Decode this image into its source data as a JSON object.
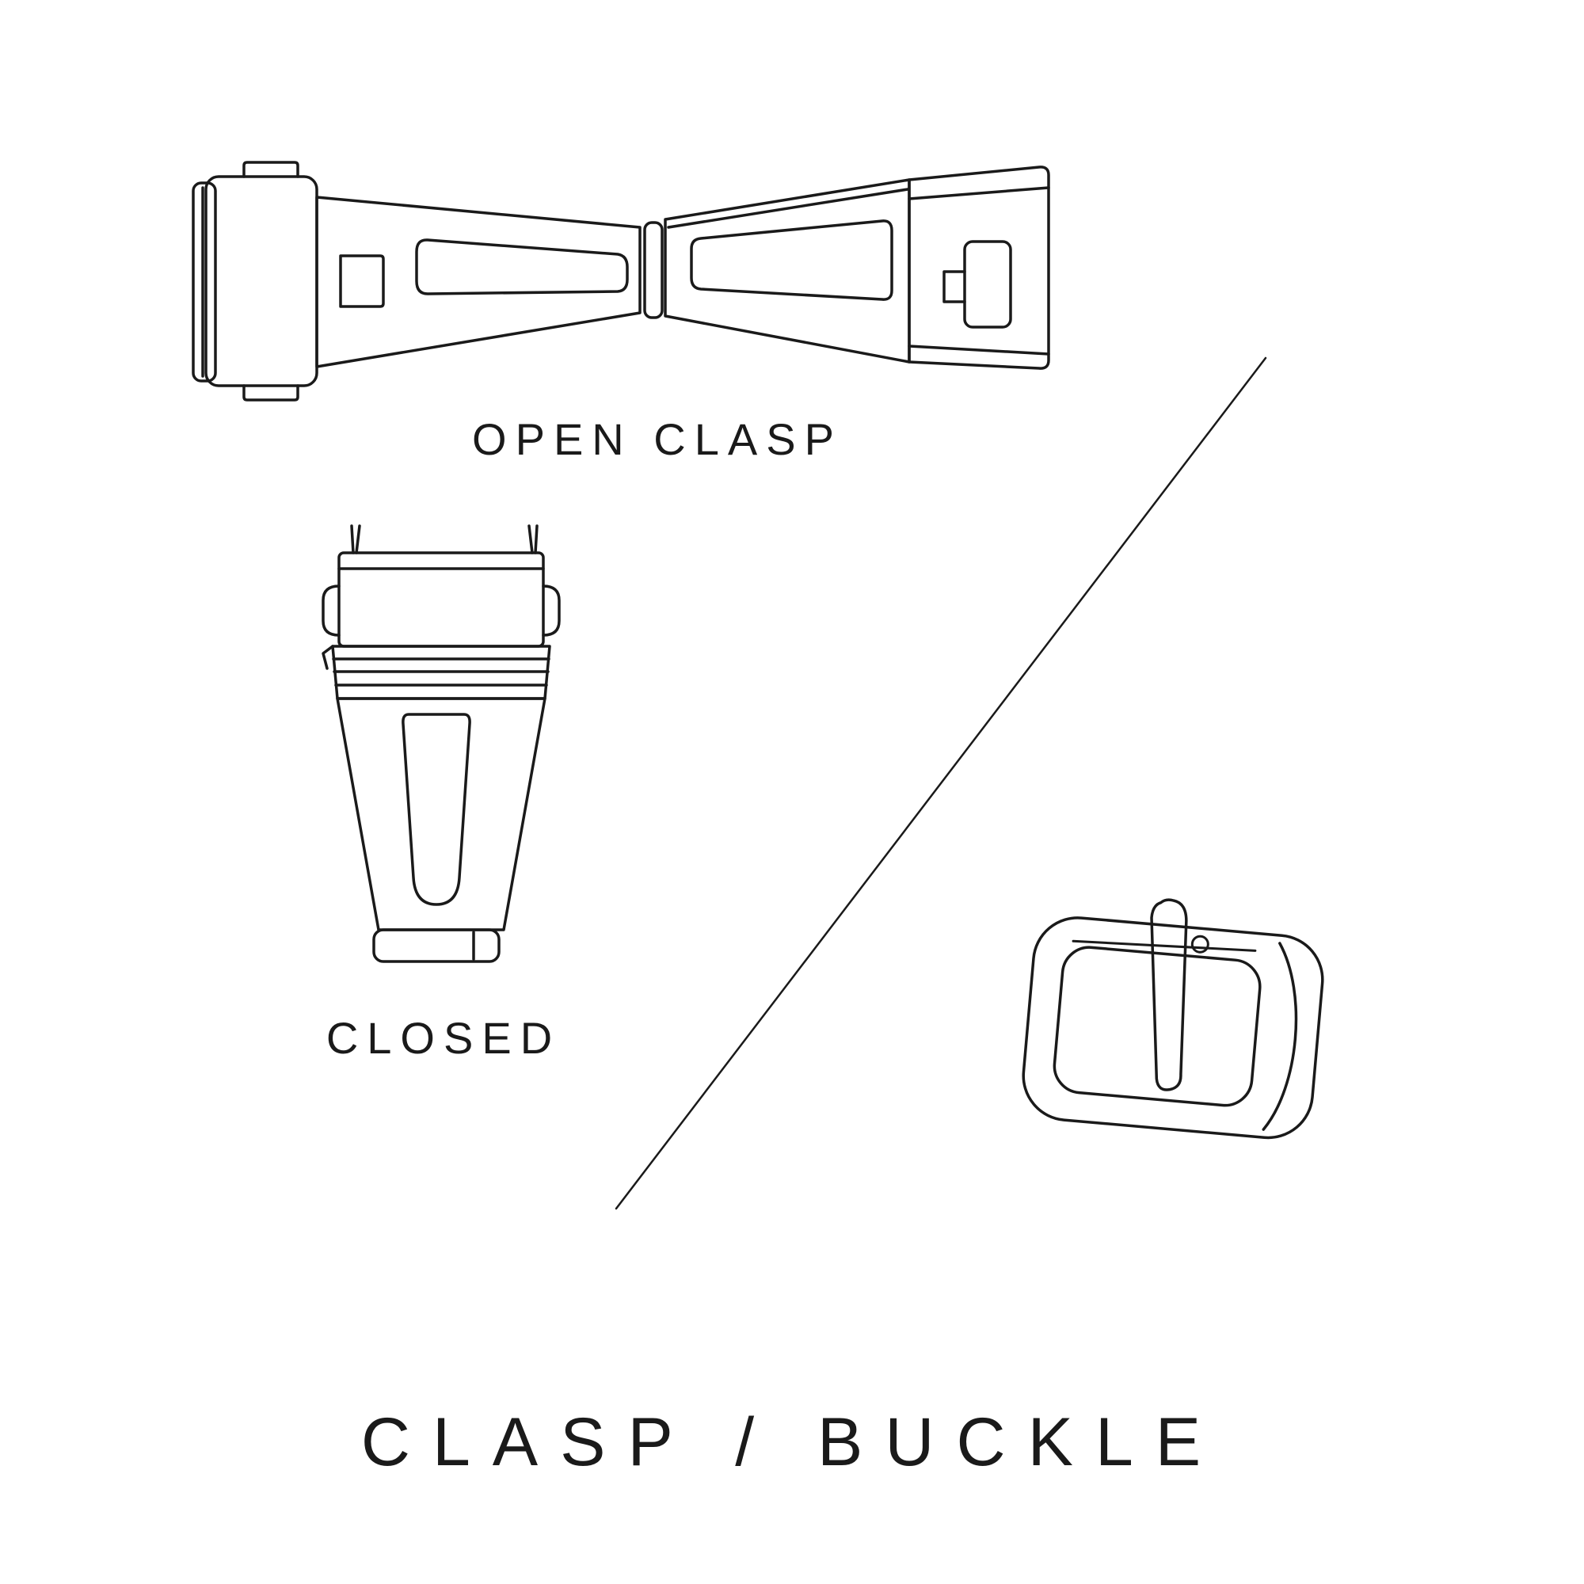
{
  "canvas": {
    "background": "#ffffff",
    "ink_color": "#1a1a1a"
  },
  "figures": {
    "open_clasp": {
      "caption": "OPEN CLASP"
    },
    "closed_clasp": {
      "caption": "CLOSED"
    },
    "buckle": {
      "caption": ""
    }
  },
  "title": "CLASP / BUCKLE"
}
